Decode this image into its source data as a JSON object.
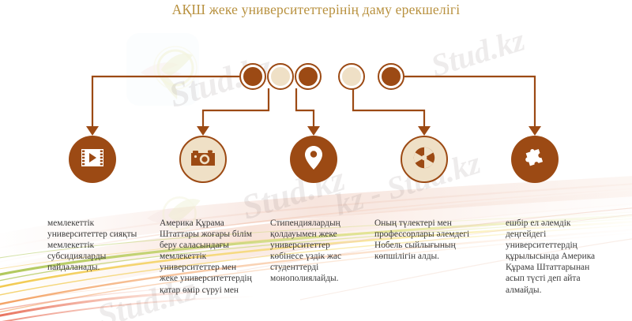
{
  "title": "АҚШ жеке университеттерінің даму ерекшелігі",
  "title_color": "#b8913f",
  "theme": {
    "dark_brown": "#9c4a14",
    "cream": "#efe0c6",
    "line": "#9c4a14",
    "text": "#3a3a3a"
  },
  "nodes": [
    {
      "id": "node-1",
      "fill": "dark",
      "icon": "film-play-icon"
    },
    {
      "id": "node-2",
      "fill": "light",
      "icon": "camera-icon"
    },
    {
      "id": "node-3",
      "fill": "dark",
      "icon": "map-pin-icon"
    },
    {
      "id": "node-4",
      "fill": "light",
      "icon": "radiation-icon"
    },
    {
      "id": "node-5",
      "fill": "dark",
      "icon": "puzzle-piece-icon"
    }
  ],
  "icons": [
    {
      "name": "film-play-icon",
      "style": "dark"
    },
    {
      "name": "camera-icon",
      "style": "light"
    },
    {
      "name": "map-pin-icon",
      "style": "dark"
    },
    {
      "name": "radiation-icon",
      "style": "light"
    },
    {
      "name": "puzzle-piece-icon",
      "style": "dark"
    }
  ],
  "columns": [
    {
      "text": "мемлекеттік университеттер сияқты мемлекеттік субсидияларды пайдаланады."
    },
    {
      "text": "Америка Құрама Штаттары жоғары білім беру саласындағы мемлекеттік университеттер мен жеке университеттердің қатар өмір сүруі мен"
    },
    {
      "text": "Стипендиялардың қолдауымен жеке университеттер көбінесе үздік жас студенттерді монополиялайды."
    },
    {
      "text": "Оның түлектері мен профессорлары әлемдегі Нобель сыйлығының көпшілігін алды."
    },
    {
      "text": "ешбір ел әлемдік деңгейдегі университеттердің құрылысында Америка Құрама Штаттарынан асып түсті деп айта алмайды."
    }
  ],
  "watermarks": [
    {
      "text": "Stud.kz"
    },
    {
      "text": "Stud.kz"
    },
    {
      "text": "Stud.kz"
    },
    {
      "text": "kz - Stud.kz"
    },
    {
      "text": "Stud.kz"
    }
  ]
}
